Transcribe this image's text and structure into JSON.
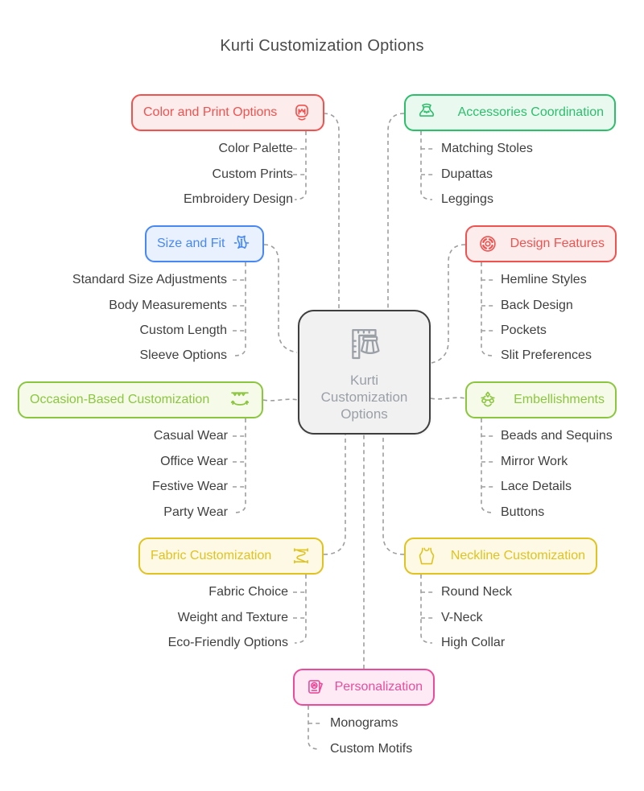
{
  "title": "Kurti Customization Options",
  "center": {
    "label": "Kurti Customization Options",
    "icon": "ruler-skirt-icon"
  },
  "connector_color": "#9e9e9e",
  "item_text_color": "#3f3f3f",
  "branches": [
    {
      "id": "color-print",
      "label": "Color and Print Options",
      "color": "#ef5350",
      "bg": "#fdecec",
      "icon": "paint-stamp-icon",
      "items": [
        "Color Palette",
        "Custom Prints",
        "Embroidery Design"
      ]
    },
    {
      "id": "accessories",
      "label": "Accessories Coordination",
      "color": "#2dbe6c",
      "bg": "#e9f9f0",
      "icon": "necklace-icon",
      "items": [
        "Matching Stoles",
        "Dupattas",
        "Leggings"
      ]
    },
    {
      "id": "size-fit",
      "label": "Size and Fit",
      "color": "#4788f4",
      "bg": "#e9f1fe",
      "icon": "corset-icon",
      "items": [
        "Standard Size Adjustments",
        "Body Measurements",
        "Custom Length",
        "Sleeve Options"
      ]
    },
    {
      "id": "design-features",
      "label": "Design Features",
      "color": "#ef5350",
      "bg": "#fdecec",
      "icon": "mandala-icon",
      "items": [
        "Hemline Styles",
        "Back Design",
        "Pockets",
        "Slit Preferences"
      ]
    },
    {
      "id": "occasion",
      "label": "Occasion-Based Customization",
      "color": "#8cc63f",
      "bg": "#f5fae9",
      "icon": "bunting-icon",
      "items": [
        "Casual Wear",
        "Office Wear",
        "Festive Wear",
        "Party Wear"
      ]
    },
    {
      "id": "embellishments",
      "label": "Embellishments",
      "color": "#8cc63f",
      "bg": "#f5fae9",
      "icon": "ornament-icon",
      "items": [
        "Beads and Sequins",
        "Mirror Work",
        "Lace Details",
        "Buttons"
      ]
    },
    {
      "id": "fabric",
      "label": "Fabric Customization",
      "color": "#e0c320",
      "bg": "#fdf9e4",
      "icon": "fabric-drape-icon",
      "items": [
        "Fabric Choice",
        "Weight and Texture",
        "Eco-Friendly Options"
      ]
    },
    {
      "id": "neckline",
      "label": "Neckline Customization",
      "color": "#e0c320",
      "bg": "#fdf9e4",
      "icon": "tank-top-icon",
      "items": [
        "Round Neck",
        "V-Neck",
        "High Collar"
      ]
    },
    {
      "id": "personalization",
      "label": "Personalization",
      "color": "#ea4c9b",
      "bg": "#fdeaf5",
      "icon": "photo-card-icon",
      "items": [
        "Monograms",
        "Custom Motifs"
      ]
    }
  ]
}
